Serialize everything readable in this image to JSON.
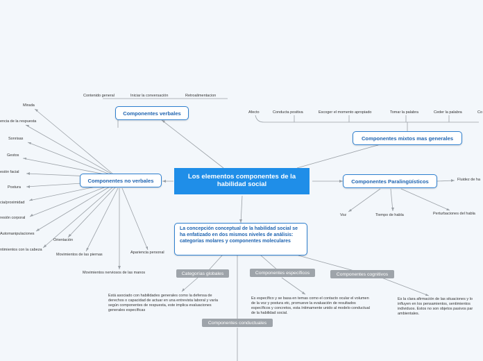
{
  "central": "Los elementos componentes de la habilidad social",
  "verbales": {
    "title": "Componentes verbales",
    "items": [
      "Contenido general",
      "Iniciar la conversación",
      "Retroalimentacion"
    ]
  },
  "mixtos": {
    "title": "Componentes mixtos mas generales",
    "items": [
      "Afecto",
      "Conducta positiva",
      "Escoger el momento apropiado",
      "Tomar la palabra",
      "Ceder la palabra",
      "Co"
    ]
  },
  "no_verbales": {
    "title": "Componentes no verbales",
    "items": [
      "Mirada",
      "encia de la respuesta",
      "Sonrisas",
      "Gestos",
      "esión  facial",
      "Postura",
      "cia/proximidad",
      "resión corporal",
      "Automanipulaciones",
      "ntimientos con la cabeza",
      "Orientación",
      "Movimientos de las piernas",
      "Movimientos nerviosos de las manos",
      "Apariencia personal"
    ]
  },
  "paralinguisticos": {
    "title": "Componentes Paralingüísticos",
    "items": [
      "Fluidez de ha",
      "Voz",
      "Tiempo de habla",
      "Perturbaciones del habla"
    ]
  },
  "concept": "La concepción conceptual de la habilidad social se ha enfatizado en dos mismos niveles de análisis: categorías molares y componentes moleculares",
  "categorias": {
    "label": "Categorías globales",
    "text": "Está asociado con habilidades generales como la defensa de derechos o capacidad de actuar en una entrevista laboral y varía según componentes de respuesta, este implica evaluaciones generales específicas"
  },
  "especificos": {
    "label": "Componentes específicos",
    "text": "Es específico y se basa en temas como el contacto ocular el volumen de la voz y postura etc, promueve la evaluación de resultados específicos y concretos, esta íntimamente unido al modelo conductual de la habilidad social."
  },
  "cognitivos": {
    "label": "Componentes cognitivos",
    "text": "Es la clara afirmación  de las situaciones y lo influyen en los pensamientos, sentimientos individuos. Estos no son objetos pasivos par ambientales."
  },
  "conductuales": {
    "label": "Componentes conductuales"
  }
}
